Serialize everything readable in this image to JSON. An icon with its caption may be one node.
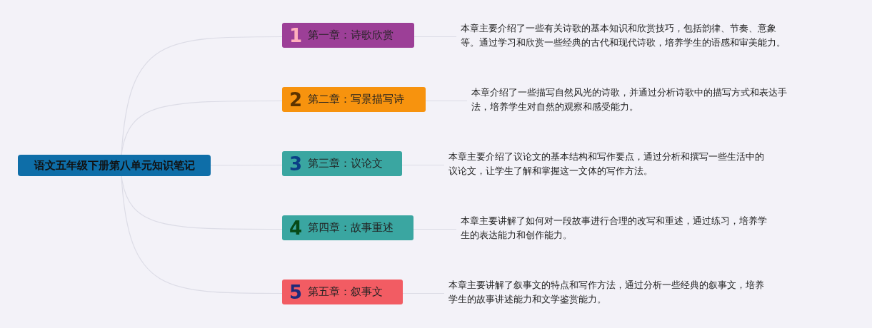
{
  "diagram": {
    "nodes": [
      {
        "text": [
          "语文五年级下册第八单元知识笔记"
        ]
      },
      {
        "text": [
          "1",
          "第一章：诗歌欣赏"
        ]
      },
      {
        "text": [
          "2",
          "第二章：写景描写诗"
        ]
      },
      {
        "text": [
          "3",
          "第三章：议论文"
        ]
      },
      {
        "text": [
          "4",
          "第四章：故事重述"
        ]
      },
      {
        "text": [
          "5",
          "第五章：叙事文"
        ]
      },
      {
        "text": [
          "本章主要介绍了一些有关诗歌的基本知识和欣赏技巧，包括韵律、节奏、意象等。通过学习和欣赏一些经典的古代和现代诗歌，培养学生的语感和审美能力。"
        ]
      },
      {
        "text": [
          "本章介绍了一些描写自然风光的诗歌，并通过分析诗歌中的描写方式和表达手法，培养学生对自然的观察和感受能力。"
        ]
      },
      {
        "text": [
          "本章主要介绍了议论文的基本结构和写作要点，通过分析和撰写一些生活中的议论文，让学生了解和掌握这一文体的写作方法。"
        ]
      },
      {
        "text": [
          "本章主要讲解了如何对一段故事进行合理的改写和重述，通过练习，培养学生的表达能力和创作能力。"
        ]
      },
      {
        "text": [
          "本章主要讲解了叙事文的特点和写作方法，通过分析一些经典的叙事文，培养学生的故事讲述能力和文学鉴赏能力。"
        ]
      }
    ],
    "edges": [
      {
        "from": 0,
        "to": 1,
        "arrow": "none"
      },
      {
        "from": 0,
        "to": 2,
        "arrow": "none"
      },
      {
        "from": 0,
        "to": 3,
        "arrow": "none"
      },
      {
        "from": 0,
        "to": 4,
        "arrow": "none"
      },
      {
        "from": 0,
        "to": 5,
        "arrow": "none"
      },
      {
        "from": 1,
        "to": 6,
        "arrow": "none"
      },
      {
        "from": 2,
        "to": 7,
        "arrow": "none"
      },
      {
        "from": 3,
        "to": 8,
        "arrow": "none"
      },
      {
        "from": 4,
        "to": 9,
        "arrow": "none"
      },
      {
        "from": 5,
        "to": 10,
        "arrow": "none"
      }
    ]
  }
}
